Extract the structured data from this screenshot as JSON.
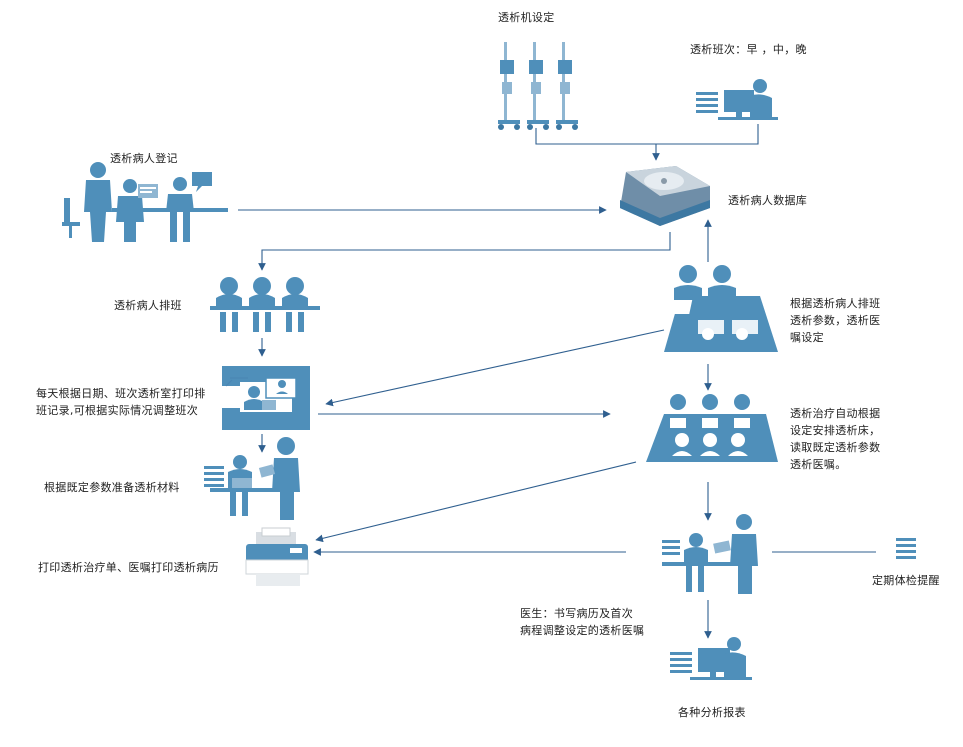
{
  "labels": {
    "machine_setup": "透析机设定",
    "shift_setup": "透析班次：早 ，中，晚",
    "patient_register": "透析病人登记",
    "patient_database": "透析病人数据库",
    "patient_schedule": "透析病人排班",
    "schedule_params_line1": "根据透析病人排班",
    "schedule_params_line2": "透析参数，透析医",
    "schedule_params_line3": "嘱设定",
    "daily_print_line1": "每天根据日期、班次透析室打印排",
    "daily_print_line2": "班记录,可根据实际情况调整班次",
    "auto_bed_line1": "透析治疗自动根据",
    "auto_bed_line2": "设定安排透析床，",
    "auto_bed_line3": "读取既定透析参数",
    "auto_bed_line4": "透析医嘱。",
    "prepare_material": "根据既定参数准备透析材料",
    "print_sheets": "打印透析治疗单、医嘱打印透析病历",
    "periodic_reminder": "定期体检提醒",
    "doctor_line1": "医生：书写病历及首次",
    "doctor_line2": "病程调整设定的透析医嘱",
    "reports": "各种分析报表"
  },
  "icons": [
    "dialysis-machine-icon",
    "workstation-icon",
    "registration-desk-icon",
    "hard-disk-icon",
    "schedule-group-icon",
    "meeting-table-icon",
    "monitor-frame-icon",
    "treatment-room-icon",
    "material-desk-icon",
    "consultation-icon",
    "document-stack-icon",
    "printer-icon",
    "report-workstation-icon"
  ],
  "colors": {
    "icon": "#4f8fba",
    "icon_dark": "#3d78a2",
    "arrow": "#2f5f8f"
  }
}
